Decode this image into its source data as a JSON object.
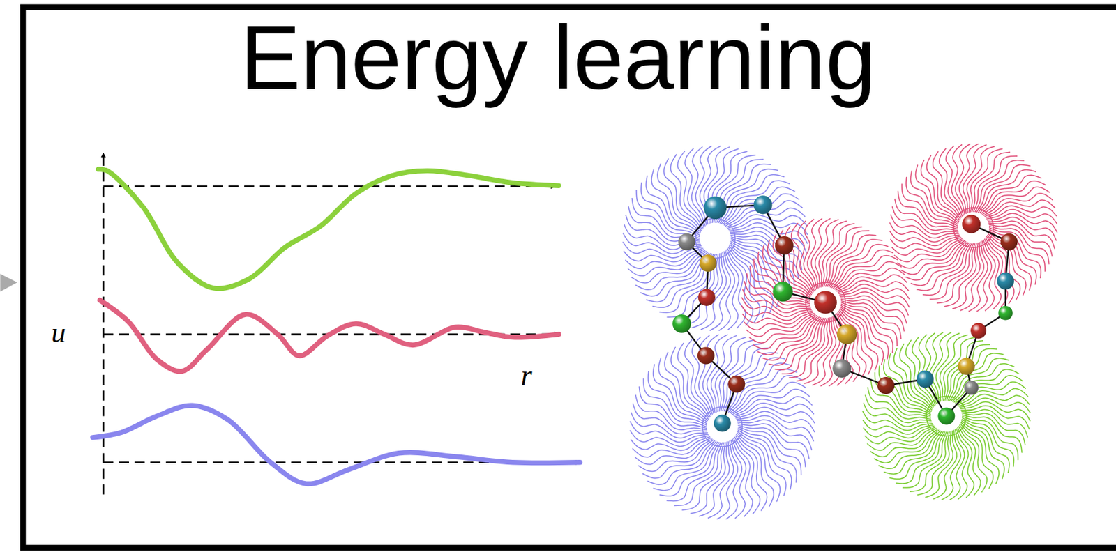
{
  "diagram": {
    "title": "Energy learning",
    "labels": [
      "u",
      "r"
    ]
  }
}
